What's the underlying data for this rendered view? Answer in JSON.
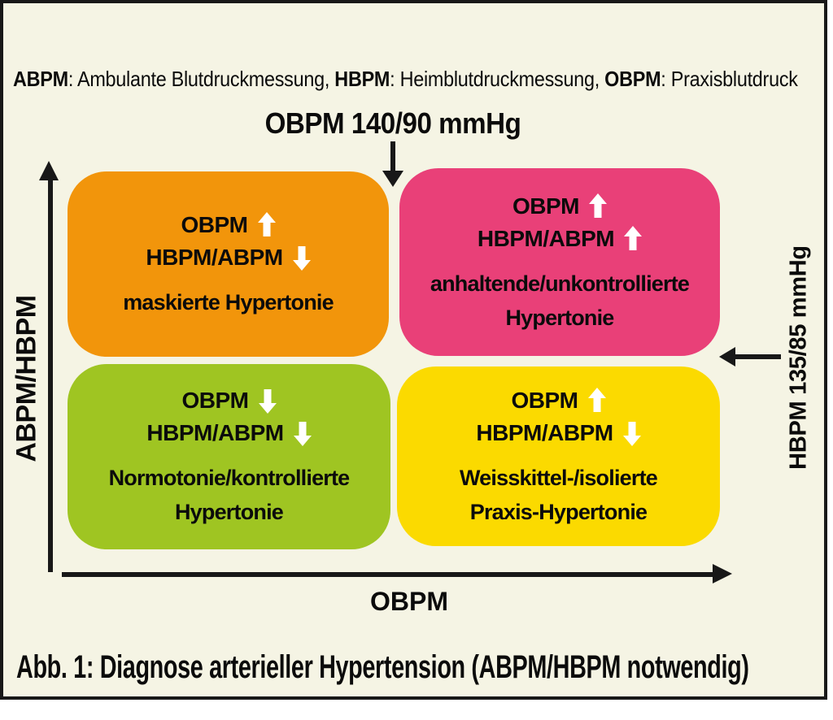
{
  "figure": {
    "legend": {
      "abpm_term": "ABPM",
      "abpm_desc": ": Ambulante Blutdruckmessung, ",
      "hbpm_term": "HBPM",
      "hbpm_desc": ": Heimblutdruckmessung, ",
      "obpm_term": "OBPM",
      "obpm_desc": ": Praxisblutdruck"
    },
    "thresholds": {
      "top": "OBPM 140/90 mmHg",
      "right": "HBPM 135/85 mmHg"
    },
    "axes": {
      "y_label": "ABPM/HBPM",
      "x_label": "OBPM"
    },
    "quadrants": {
      "top_left": {
        "color": "#F2950B",
        "line1": "OBPM",
        "arrow1": "up",
        "line2": "HBPM/ABPM",
        "arrow2": "down",
        "label1": "maskierte Hypertonie",
        "label2": ""
      },
      "top_right": {
        "color": "#E94078",
        "line1": "OBPM",
        "arrow1": "up",
        "line2": "HBPM/ABPM",
        "arrow2": "up",
        "label1": "anhaltende/unkontrollierte",
        "label2": "Hypertonie"
      },
      "bottom_left": {
        "color": "#9FC522",
        "line1": "OBPM",
        "arrow1": "down",
        "line2": "HBPM/ABPM",
        "arrow2": "down",
        "label1": "Normotonie/kontrollierte",
        "label2": "Hypertonie"
      },
      "bottom_right": {
        "color": "#FBDA00",
        "line1": "OBPM",
        "arrow1": "up",
        "line2": "HBPM/ABPM",
        "arrow2": "down",
        "label1": "Weisskittel-/isolierte",
        "label2": "Praxis-Hypertonie"
      }
    },
    "caption": "Abb. 1: Diagnose arterieller Hypertension (ABPM/HBPM notwendig)",
    "colors": {
      "background": "#F5F4E4",
      "border": "#181818",
      "text": "#0b0b0b"
    }
  }
}
